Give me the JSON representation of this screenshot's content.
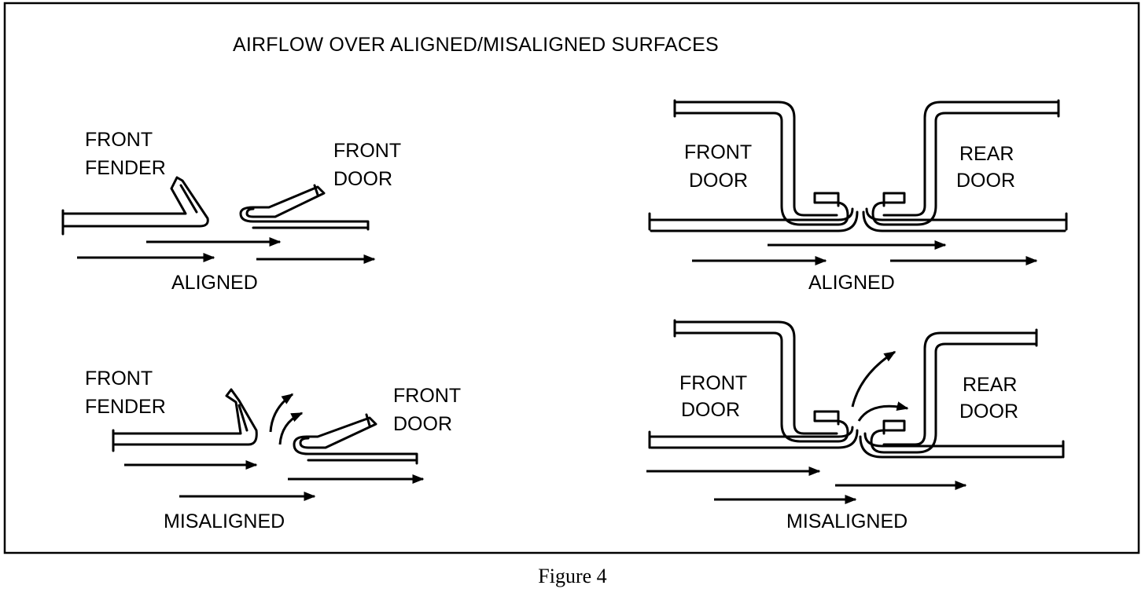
{
  "title": "AIRFLOW OVER ALIGNED/MISALIGNED SURFACES",
  "caption": "Figure 4",
  "panels": {
    "top_left": {
      "part_a_line1": "FRONT",
      "part_a_line2": "FENDER",
      "part_b_line1": "FRONT",
      "part_b_line2": "DOOR",
      "condition": "ALIGNED"
    },
    "bottom_left": {
      "part_a_line1": "FRONT",
      "part_a_line2": "FENDER",
      "part_b_line1": "FRONT",
      "part_b_line2": "DOOR",
      "condition": "MISALIGNED"
    },
    "top_right": {
      "part_a_line1": "FRONT",
      "part_a_line2": "DOOR",
      "part_b_line1": "REAR",
      "part_b_line2": "DOOR",
      "condition": "ALIGNED"
    },
    "bottom_right": {
      "part_a_line1": "FRONT",
      "part_a_line2": "DOOR",
      "part_b_line1": "REAR",
      "part_b_line2": "DOOR",
      "condition": "MISALIGNED"
    }
  }
}
